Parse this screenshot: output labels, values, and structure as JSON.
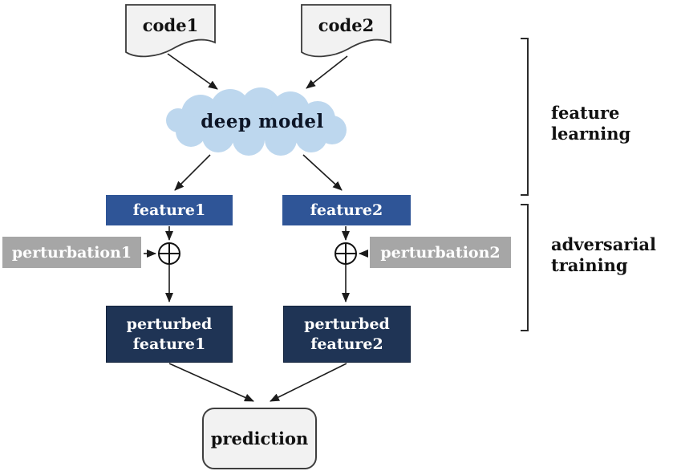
{
  "nodes": {
    "code1": "code1",
    "code2": "code2",
    "deep_model": "deep model",
    "feature1": "feature1",
    "feature2": "feature2",
    "perturbation1": "perturbation1",
    "perturbation2": "perturbation2",
    "perturbed_feature1": {
      "line1": "perturbed",
      "line2": "feature1"
    },
    "perturbed_feature2": {
      "line1": "perturbed",
      "line2": "feature2"
    },
    "prediction": "prediction"
  },
  "operators": {
    "sum1": "plus-in-circle",
    "sum2": "plus-in-circle"
  },
  "annotations": {
    "feature_learning": {
      "line1": "feature",
      "line2": "learning"
    },
    "adversarial_training": {
      "line1": "adversarial",
      "line2": "training"
    }
  },
  "colors": {
    "feature_box": "#2F5597",
    "perturbed_box": "#1F3455",
    "perturbation_box": "#A6A6A6",
    "cloud": "#BDD7EE",
    "document_fill": "#F2F2F2",
    "stroke": "#1C1C1C"
  }
}
